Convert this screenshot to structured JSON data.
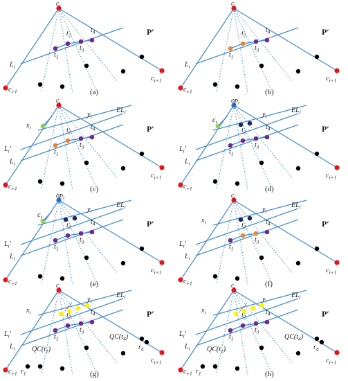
{
  "panel_label": "P′",
  "panels": [
    {
      "caption": "(a)",
      "apex_label": "ci",
      "left_label": "ci-1",
      "right_label": "ci+1",
      "line_labels": [
        "Li"
      ],
      "t_labels": [
        "t1",
        "t2",
        "t3",
        "t4"
      ],
      "extra_labels": []
    },
    {
      "caption": "(b)",
      "apex_label": "ci",
      "left_label": "ci-1",
      "right_label": "ci+1",
      "line_labels": [
        "Li"
      ],
      "t_labels": [
        "t1",
        "t2",
        "t3",
        "t4"
      ],
      "extra_labels": []
    },
    {
      "caption": "(c)",
      "apex_label": "ci",
      "left_label": "ci-1",
      "right_label": "ci+1",
      "line_labels": [
        "Li'",
        "Li"
      ],
      "t_labels": [
        "t1",
        "t2",
        "t3",
        "t4"
      ],
      "extra_labels": [
        "xi",
        "yi",
        "ELi"
      ]
    },
    {
      "caption": "(d)",
      "apex_label": "opi",
      "left_label": "ci-1",
      "right_label": "ci+1",
      "line_labels": [
        "Li'",
        "Li"
      ],
      "t_labels": [
        "t1",
        "t2",
        "t3",
        "t4"
      ],
      "extra_labels": [
        "ci",
        "yi",
        "ELi"
      ]
    },
    {
      "caption": "(e)",
      "apex_label": "opi",
      "left_label": "ci-1",
      "right_label": "ci+1",
      "line_labels": [
        "Li'",
        "Li"
      ],
      "t_labels": [
        "t1",
        "t2",
        "t3",
        "t4"
      ],
      "extra_labels": [
        "ci",
        "yi",
        "ELi"
      ]
    },
    {
      "caption": "(f)",
      "apex_label": "ci",
      "left_label": "ci-1",
      "right_label": "ci+1",
      "line_labels": [
        "Li'",
        "Li"
      ],
      "t_labels": [
        "t1",
        "t2",
        "t3",
        "t4"
      ],
      "extra_labels": [
        "xi",
        "yi",
        "ELi"
      ]
    },
    {
      "caption": "(g)",
      "apex_label": "ci",
      "left_label": "ci-1",
      "right_label": "ci+1",
      "line_labels": [
        "Li'",
        "Li"
      ],
      "t_labels": [
        "t1",
        "t2",
        "t3",
        "t4"
      ],
      "extra_labels": [
        "xi",
        "yi",
        "ELi",
        "QC(t1)",
        "QC(t4)",
        "r1",
        "r4"
      ]
    },
    {
      "caption": "(h)",
      "apex_label": "ci",
      "left_label": "ci-1",
      "right_label": "ci+1",
      "line_labels": [
        "Li'",
        "Li"
      ],
      "t_labels": [
        "t1",
        "t2",
        "t3",
        "t4"
      ],
      "extra_labels": [
        "xi",
        "yi",
        "ELi",
        "QC(t1)",
        "QC(t4)",
        "r1",
        "r4"
      ]
    }
  ],
  "colors": {
    "line": "#4a8fd2",
    "vertex": "#e8141c",
    "chain_node": "#6a2c91",
    "highlight_node": "#e8853a",
    "endpoint_node": "#8fd14f",
    "apex_node": "#2672c9",
    "dark_node": "#1b2a5a",
    "marked_node": "#fff200",
    "point": "#000000"
  }
}
